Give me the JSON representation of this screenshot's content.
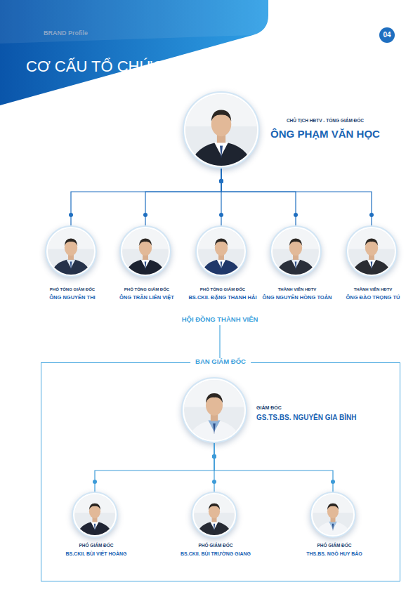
{
  "diagram": {
    "title": "CƠ CẤU TỔ CHỨC",
    "nodes": [
      {
        "text": [
          "CHỦ TỊCH HĐTV - TỔNG GIÁM ĐỐC",
          "ÔNG PHẠM VĂN HỌC"
        ]
      },
      {
        "text": [
          "PHÓ TỔNG GIÁM ĐỐC",
          "ÔNG NGUYỄN THI"
        ]
      },
      {
        "text": [
          "PHÓ TỔNG GIÁM ĐỐC",
          "ÔNG TRẦN LIÊN VIỆT"
        ]
      },
      {
        "text": [
          "PHÓ TỔNG GIÁM ĐỐC",
          "BS.CKII. ĐẶNG THANH HẢI"
        ]
      },
      {
        "text": [
          "THÀNH VIÊN HĐTV",
          "ÔNG NGUYỄN HỒNG TOẢN"
        ]
      },
      {
        "text": [
          "THÀNH VIÊN HĐTV",
          "ÔNG ĐÀO TRỌNG TÚ"
        ]
      },
      {
        "text": [
          "BAN GIÁM ĐỐC"
        ]
      },
      {
        "text": [
          "GIÁM ĐỐC",
          "GS.TS.BS. NGUYỄN GIA BÌNH"
        ],
        "in": 6
      },
      {
        "text": [
          "PHÓ GIÁM ĐỐC",
          "BS.CKII. BÙI VIẾT HOÀNG"
        ],
        "in": 6
      },
      {
        "text": [
          "PHÓ GIÁM ĐỐC",
          "BS.CKII. BÙI TRƯỜNG GIANG"
        ],
        "in": 6
      },
      {
        "text": [
          "PHÓ GIÁM ĐỐC",
          "THS.BS. NGÔ HUY BẢO"
        ],
        "in": 6
      }
    ],
    "edges": [
      {
        "from": 0,
        "to": 1,
        "arrow": "none"
      },
      {
        "from": 0,
        "to": 2,
        "arrow": "none"
      },
      {
        "from": 0,
        "to": 3,
        "arrow": "none"
      },
      {
        "from": 0,
        "to": 4,
        "arrow": "none"
      },
      {
        "from": 0,
        "to": 5,
        "arrow": "none"
      },
      {
        "from": 7,
        "to": 8,
        "arrow": "none"
      },
      {
        "from": 7,
        "to": 9,
        "arrow": "none"
      },
      {
        "from": 7,
        "to": 10,
        "arrow": "none"
      }
    ],
    "labels": [
      "BRAND Profile",
      "04",
      "HỘI ĐỒNG THÀNH VIÊN"
    ]
  }
}
